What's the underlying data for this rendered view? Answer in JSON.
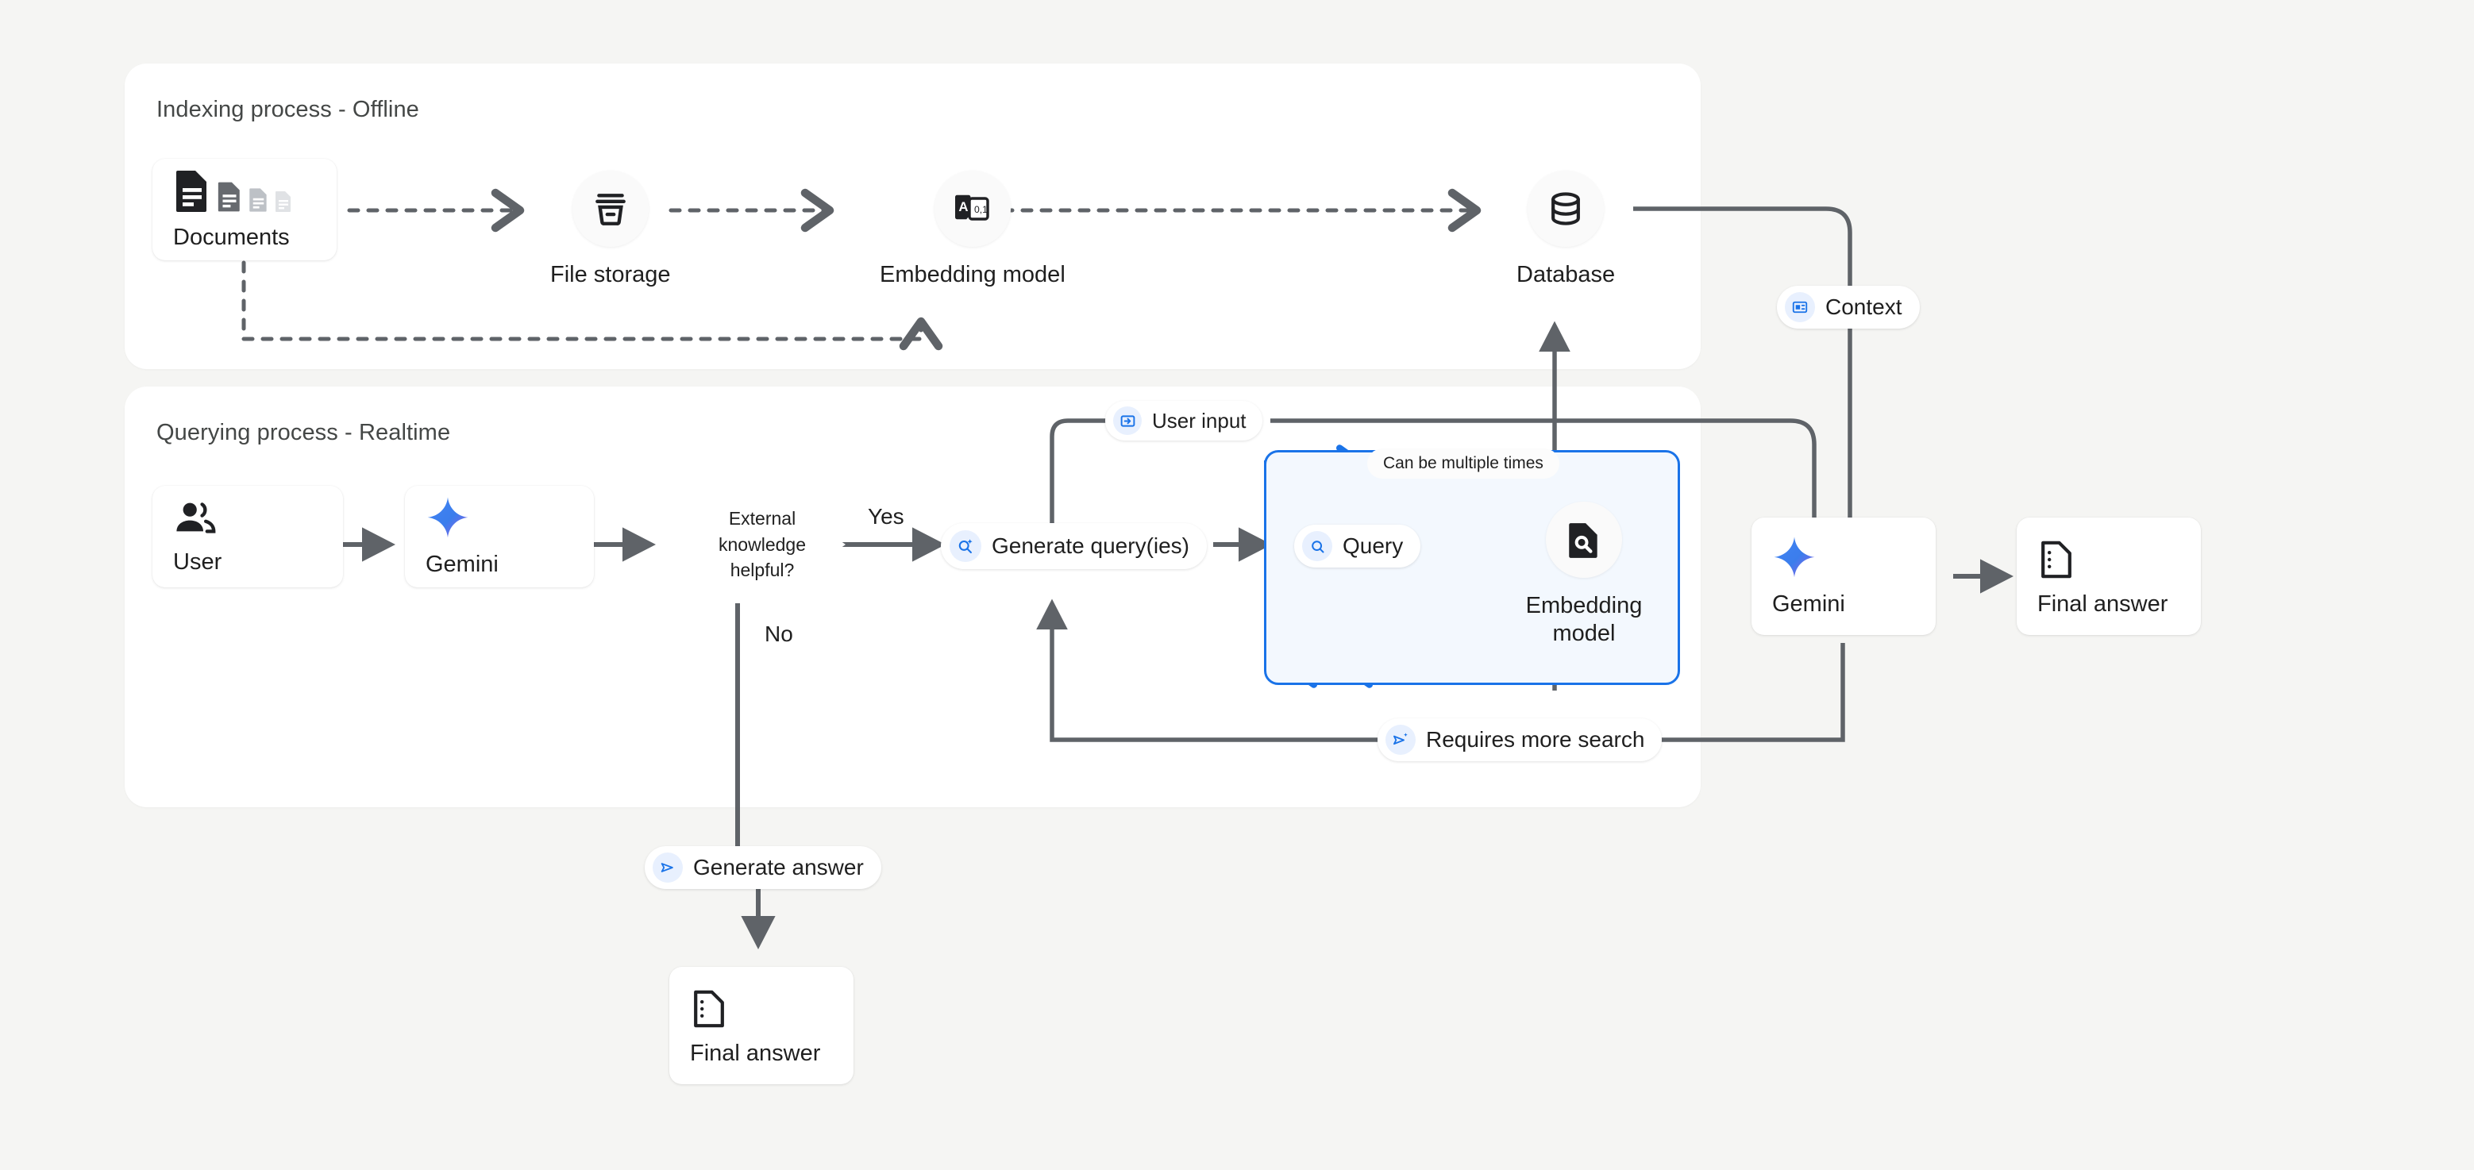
{
  "panels": [
    {
      "id": "indexing",
      "title": "Indexing process - Offline"
    },
    {
      "id": "querying",
      "title": "Querying process - Realtime"
    }
  ],
  "indexing": {
    "documents_card": {
      "label": "Documents",
      "icon": "documents-icon"
    },
    "file_storage": {
      "label": "File storage",
      "icon": "file-storage-icon"
    },
    "embedding_model": {
      "label": "Embedding model",
      "icon": "text-to-embedding-icon"
    },
    "database": {
      "label": "Database",
      "icon": "database-icon"
    }
  },
  "querying": {
    "user_card": {
      "label": "User",
      "icon": "users-icon"
    },
    "gemini_card": {
      "label": "Gemini",
      "icon": "gemini-sparkle-icon"
    },
    "decision": {
      "text": "External knowledge helpful?",
      "line1": "External",
      "line2": "knowledge",
      "line3": "helpful?"
    },
    "branch_yes": "Yes",
    "branch_no": "No",
    "generate_queries_pill": {
      "label": "Generate query(ies)",
      "icon": "search-sparkle-icon"
    },
    "user_input_pill": {
      "label": "User input",
      "icon": "input-arrow-icon"
    },
    "loop": {
      "caption": "Can be multiple times",
      "query_pill": {
        "label": "Query",
        "icon": "search-icon"
      },
      "embedding_model": {
        "label": "Embedding model",
        "line1": "Embedding",
        "line2": "model",
        "icon": "document-search-icon"
      }
    },
    "requires_more_search_pill": {
      "label": "Requires more search",
      "icon": "send-sparkle-icon"
    },
    "context_pill": {
      "label": "Context",
      "icon": "context-card-icon"
    },
    "gemini_final": {
      "label": "Gemini",
      "icon": "gemini-sparkle-icon"
    },
    "final_answer_right": {
      "label": "Final answer",
      "icon": "answer-doc-icon"
    },
    "generate_answer_pill": {
      "label": "Generate answer",
      "icon": "send-icon"
    },
    "final_answer_bottom": {
      "label": "Final answer",
      "icon": "answer-doc-icon"
    }
  },
  "colors": {
    "background": "#f5f5f3",
    "panel": "#ffffff",
    "accent_blue": "#1a73e8",
    "accent_blue_soft": "#e8f0fe",
    "loop_fill": "#f3f8fe",
    "wire": "#5f6368",
    "text": "#1f1f1f",
    "title_text": "#444746",
    "gemini_gradient_start": "#4285f4",
    "gemini_gradient_end": "#8a5cf6"
  }
}
